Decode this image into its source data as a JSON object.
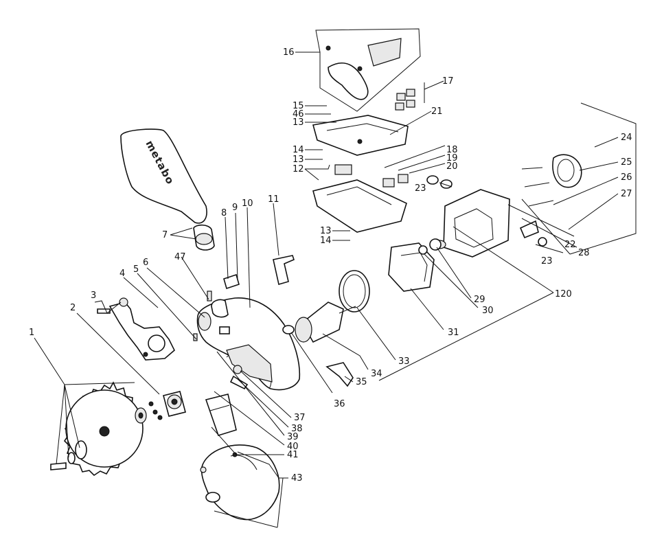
{
  "brand_text": "metabo",
  "callouts": [
    "1",
    "2",
    "3",
    "4",
    "5",
    "6",
    "7",
    "8",
    "9",
    "10",
    "11",
    "12",
    "13",
    "13",
    "13",
    "14",
    "14",
    "15",
    "16",
    "17",
    "18",
    "19",
    "20",
    "21",
    "22",
    "23",
    "23",
    "24",
    "25",
    "26",
    "27",
    "28",
    "29",
    "30",
    "31",
    "33",
    "34",
    "35",
    "36",
    "37",
    "38",
    "39",
    "40",
    "41",
    "43",
    "46",
    "47",
    "120"
  ]
}
